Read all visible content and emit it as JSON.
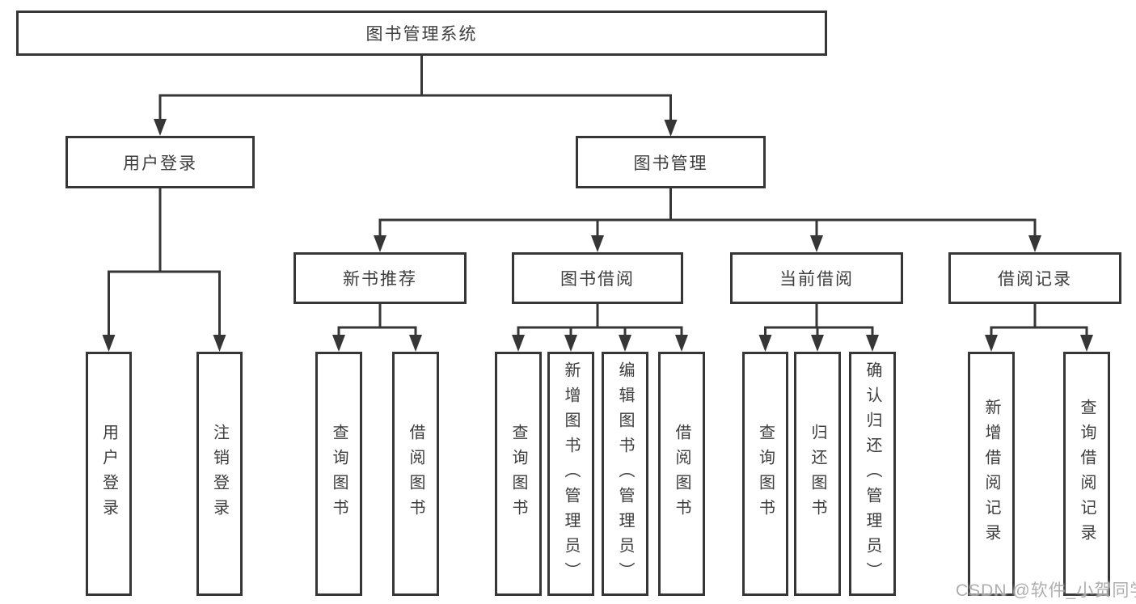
{
  "tree": {
    "root": "图书管理系统",
    "level2": {
      "user_login": "用户登录",
      "book_mgmt": "图书管理"
    },
    "level3": {
      "new_books": "新书推荐",
      "book_borrow": "图书借阅",
      "current_borrow": "当前借阅",
      "borrow_records": "借阅记录"
    },
    "leaves": {
      "user_login": "用户登录",
      "logout": "注销登录",
      "nb_query": "查询图书",
      "nb_borrow": "借阅图书",
      "bb_query": "查询图书",
      "bb_add": "新增图书（管理员）",
      "bb_edit": "编辑图书（管理员）",
      "bb_borrow": "借阅图书",
      "cb_query": "查询图书",
      "cb_return": "归还图书",
      "cb_confirm": "确认归还（管理员）",
      "br_add": "新增借阅记录",
      "br_query": "查询借阅记录"
    }
  },
  "watermark": "CSDN @软件_小贺同学",
  "colors": {
    "line": "#363636",
    "text": "#3d3d3d",
    "box_background": "#ffffff",
    "watermark": "#9c9c9c"
  }
}
